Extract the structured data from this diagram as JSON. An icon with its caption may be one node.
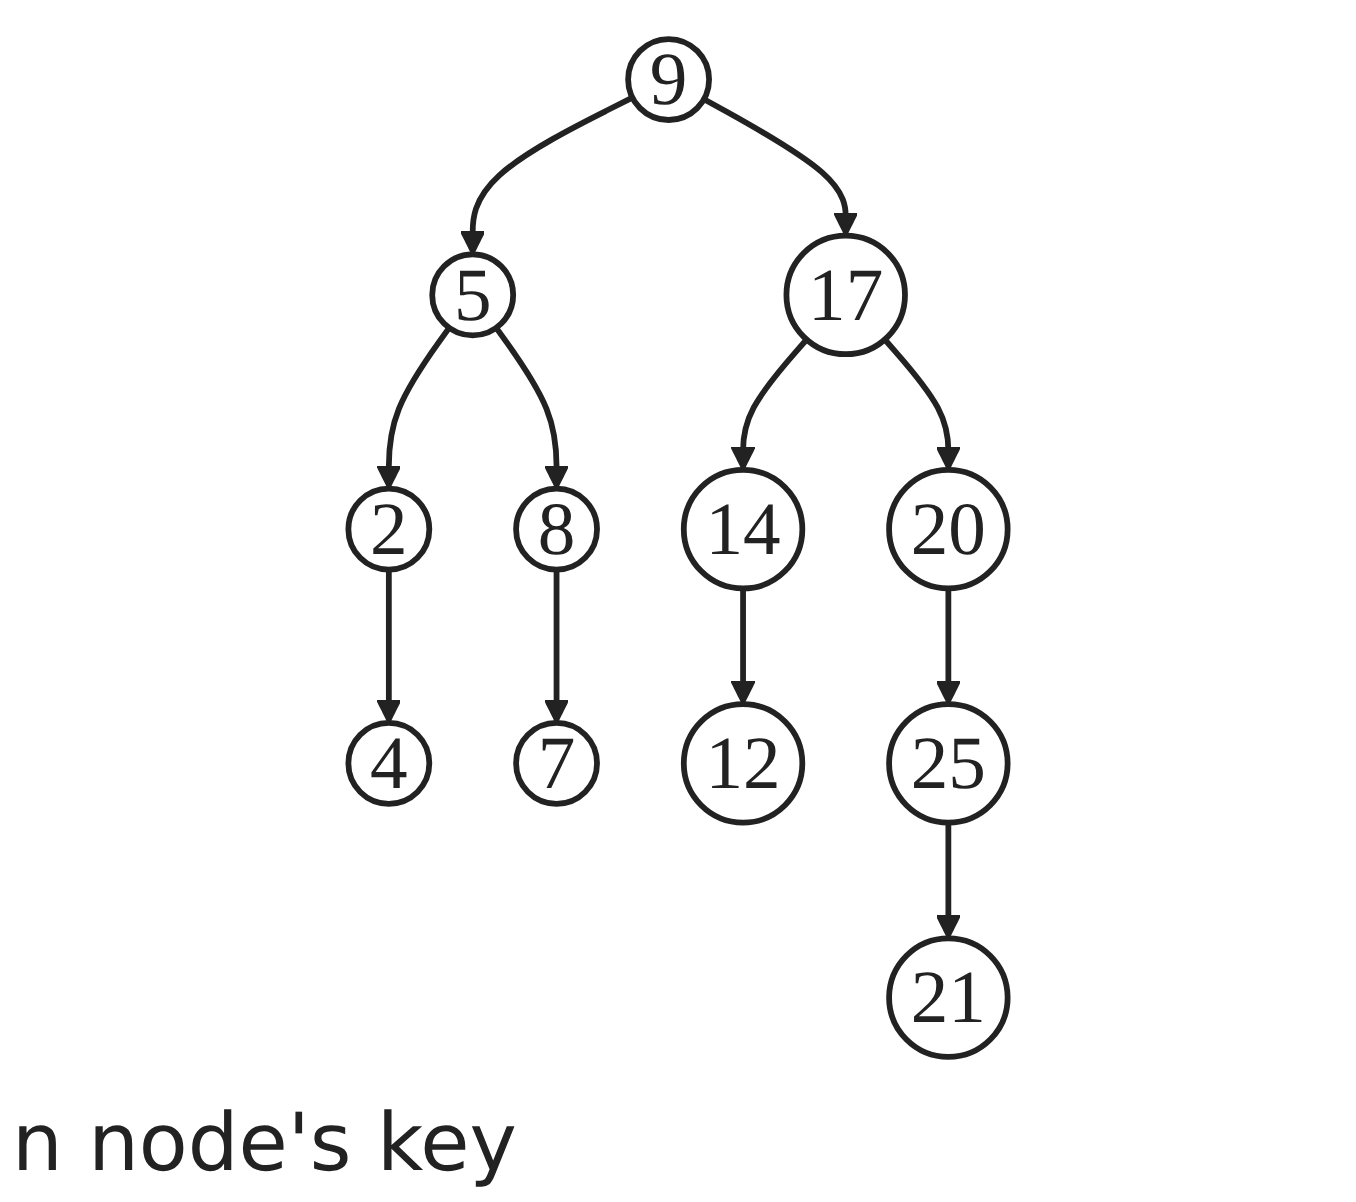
{
  "diagram": {
    "nodes": [
      {
        "text": [
          "9"
        ]
      },
      {
        "text": [
          "5"
        ]
      },
      {
        "text": [
          "17"
        ]
      },
      {
        "text": [
          "2"
        ]
      },
      {
        "text": [
          "8"
        ]
      },
      {
        "text": [
          "14"
        ]
      },
      {
        "text": [
          "20"
        ]
      },
      {
        "text": [
          "4"
        ]
      },
      {
        "text": [
          "7"
        ]
      },
      {
        "text": [
          "12"
        ]
      },
      {
        "text": [
          "25"
        ]
      },
      {
        "text": [
          "21"
        ]
      }
    ],
    "edges": [
      {
        "from": 0,
        "to": 1,
        "arrow": "to"
      },
      {
        "from": 0,
        "to": 2,
        "arrow": "to"
      },
      {
        "from": 1,
        "to": 3,
        "arrow": "to"
      },
      {
        "from": 1,
        "to": 4,
        "arrow": "to"
      },
      {
        "from": 2,
        "to": 5,
        "arrow": "to"
      },
      {
        "from": 2,
        "to": 6,
        "arrow": "to"
      },
      {
        "from": 3,
        "to": 7,
        "arrow": "to"
      },
      {
        "from": 4,
        "to": 8,
        "arrow": "to"
      },
      {
        "from": 5,
        "to": 9,
        "arrow": "to"
      },
      {
        "from": 6,
        "to": 10,
        "arrow": "to"
      },
      {
        "from": 10,
        "to": 11,
        "arrow": "to"
      }
    ],
    "labels": [
      "n node's key"
    ]
  }
}
